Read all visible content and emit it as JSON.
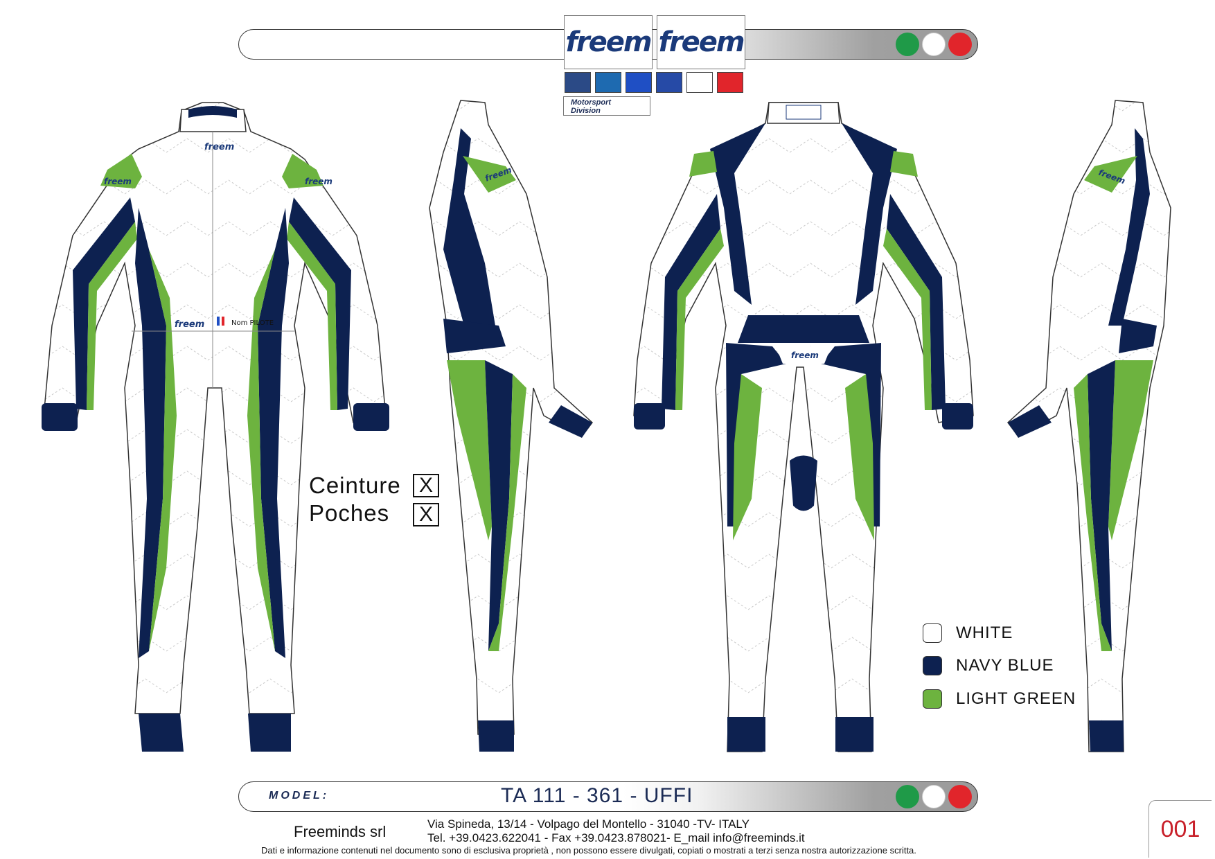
{
  "colors": {
    "navy": "#0d2150",
    "green": "#6db33f",
    "white": "#ffffff",
    "flag_green": "#1f9a48",
    "flag_red": "#e1252b"
  },
  "header": {
    "logo_left_text": "freem",
    "logo_right_text": "freem",
    "motorsport_line1": "Motorsport",
    "motorsport_line2": "Division",
    "swatches": [
      "#2b4a86",
      "#1e6ab0",
      "#1f4fc4",
      "#264aa6",
      "#ffffff",
      "#e1252b"
    ]
  },
  "suit": {
    "logo_text": "freem",
    "name_text": "Nom PILOTE"
  },
  "options": [
    {
      "label": "Ceinture",
      "mark": "X"
    },
    {
      "label": "Poches",
      "mark": "X"
    }
  ],
  "legend": [
    {
      "label": "WHITE",
      "color": "#ffffff"
    },
    {
      "label": "NAVY BLUE",
      "color": "#0d2150"
    },
    {
      "label": "LIGHT GREEN",
      "color": "#6db33f"
    }
  ],
  "model": {
    "label": "MODEL:",
    "value": "TA 111 - 361 - UFFI"
  },
  "footer": {
    "company": "Freeminds srl",
    "address_line1": "Via Spineda, 13/14  - Volpago del Montello - 31040 -TV- ITALY",
    "address_line2": "Tel. +39.0423.622041 - Fax +39.0423.878021- E_mail  info@freeminds.it",
    "disclaimer": "Dati e informazione contenuti nel documento sono di esclusiva proprietà  , non possono essere divulgati, copiati o mostrati a terzi senza nostra autorizzazione scritta.",
    "page_number": "001"
  }
}
